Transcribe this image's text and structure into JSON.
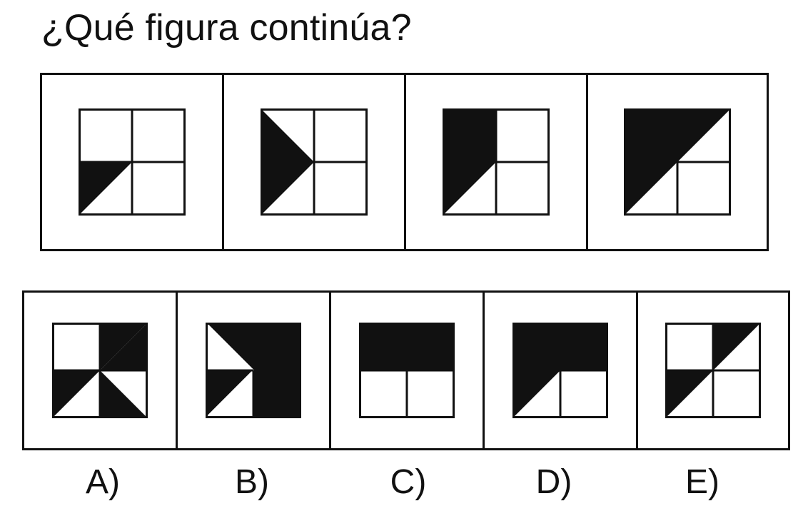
{
  "question": {
    "title": "¿Qué figura continúa?"
  },
  "sequence": [
    {
      "name": "sequence-figure-1",
      "shaded": [
        "bottom-left-upper-triangle"
      ]
    },
    {
      "name": "sequence-figure-2",
      "shaded": [
        "left-middle-arrow-triangle"
      ]
    },
    {
      "name": "sequence-figure-3",
      "shaded": [
        "top-left-full",
        "bottom-left-upper-triangle"
      ]
    },
    {
      "name": "sequence-figure-4",
      "shaded": [
        "top-band-diagonal",
        "bottom-left-upper-triangle"
      ]
    }
  ],
  "options": [
    {
      "label": "A)",
      "name": "option-a"
    },
    {
      "label": "B)",
      "name": "option-b"
    },
    {
      "label": "C)",
      "name": "option-c"
    },
    {
      "label": "D)",
      "name": "option-d"
    },
    {
      "label": "E)",
      "name": "option-e"
    }
  ],
  "colors": {
    "ink": "#111111",
    "paper": "#ffffff"
  }
}
